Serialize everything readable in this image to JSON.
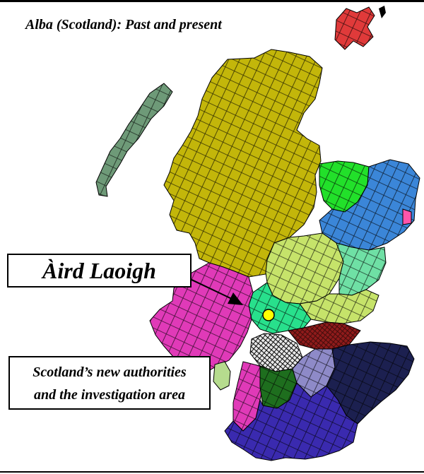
{
  "map": {
    "title": "Alba (Scotland): Past and present",
    "location_label": "Àird Laoigh",
    "caption": {
      "line1": "Scotland’s new authorities",
      "line2": "and the investigation area"
    },
    "colors": {
      "highlands": "#c3b60a",
      "western_isles": "#6e9a78",
      "northern_isles": "#e03a3a",
      "moray": "#22e02a",
      "aberdeenshire": "#3b86d8",
      "aberdeen_city": "#ff55aa",
      "perth": "#c6e36a",
      "angus": "#6fe0a5",
      "stirling": "#28e08c",
      "argyll": "#e03ab8",
      "central_belt": "#8f1b1b",
      "glasgow": "#e7e7e7",
      "ayrshire": "#e03ab8",
      "lanark": "#1e6e1e",
      "borders": "#1c2050",
      "dumfries": "#3a2aaf",
      "midlands": "#8e8ac8",
      "arran": "#b6dc8e",
      "site_marker": "#ffff00"
    }
  }
}
